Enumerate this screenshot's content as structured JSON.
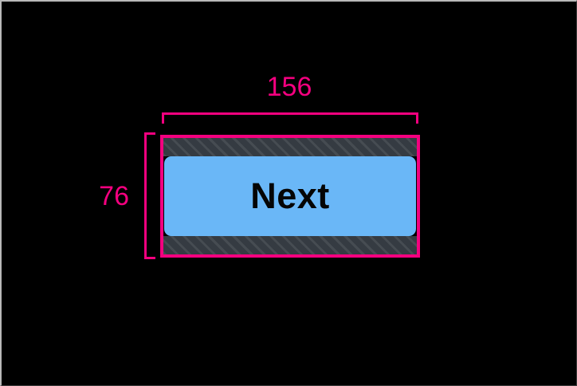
{
  "overlay": {
    "kind": "element-inspector-measurement-overlay",
    "background_color": "#000000",
    "accent_color": "#f4007f"
  },
  "measurements": {
    "width": {
      "value": "156",
      "unit_implied": "px",
      "label_position": "above",
      "bracket": "top-horizontal"
    },
    "height": {
      "value": "76",
      "unit_implied": "px",
      "label_position": "left",
      "bracket": "left-vertical"
    }
  },
  "element": {
    "name": "next-button",
    "label": "Next",
    "surface_color": "#6ab7f7",
    "text_color": "#050505",
    "outline_color": "#f4007f",
    "hatch_color": "#353b42",
    "corner_radius": "9px",
    "padding_bands": [
      {
        "name": "top-padding-band",
        "style": "diagonal-hatch"
      },
      {
        "name": "bottom-padding-band",
        "style": "diagonal-hatch"
      }
    ]
  }
}
